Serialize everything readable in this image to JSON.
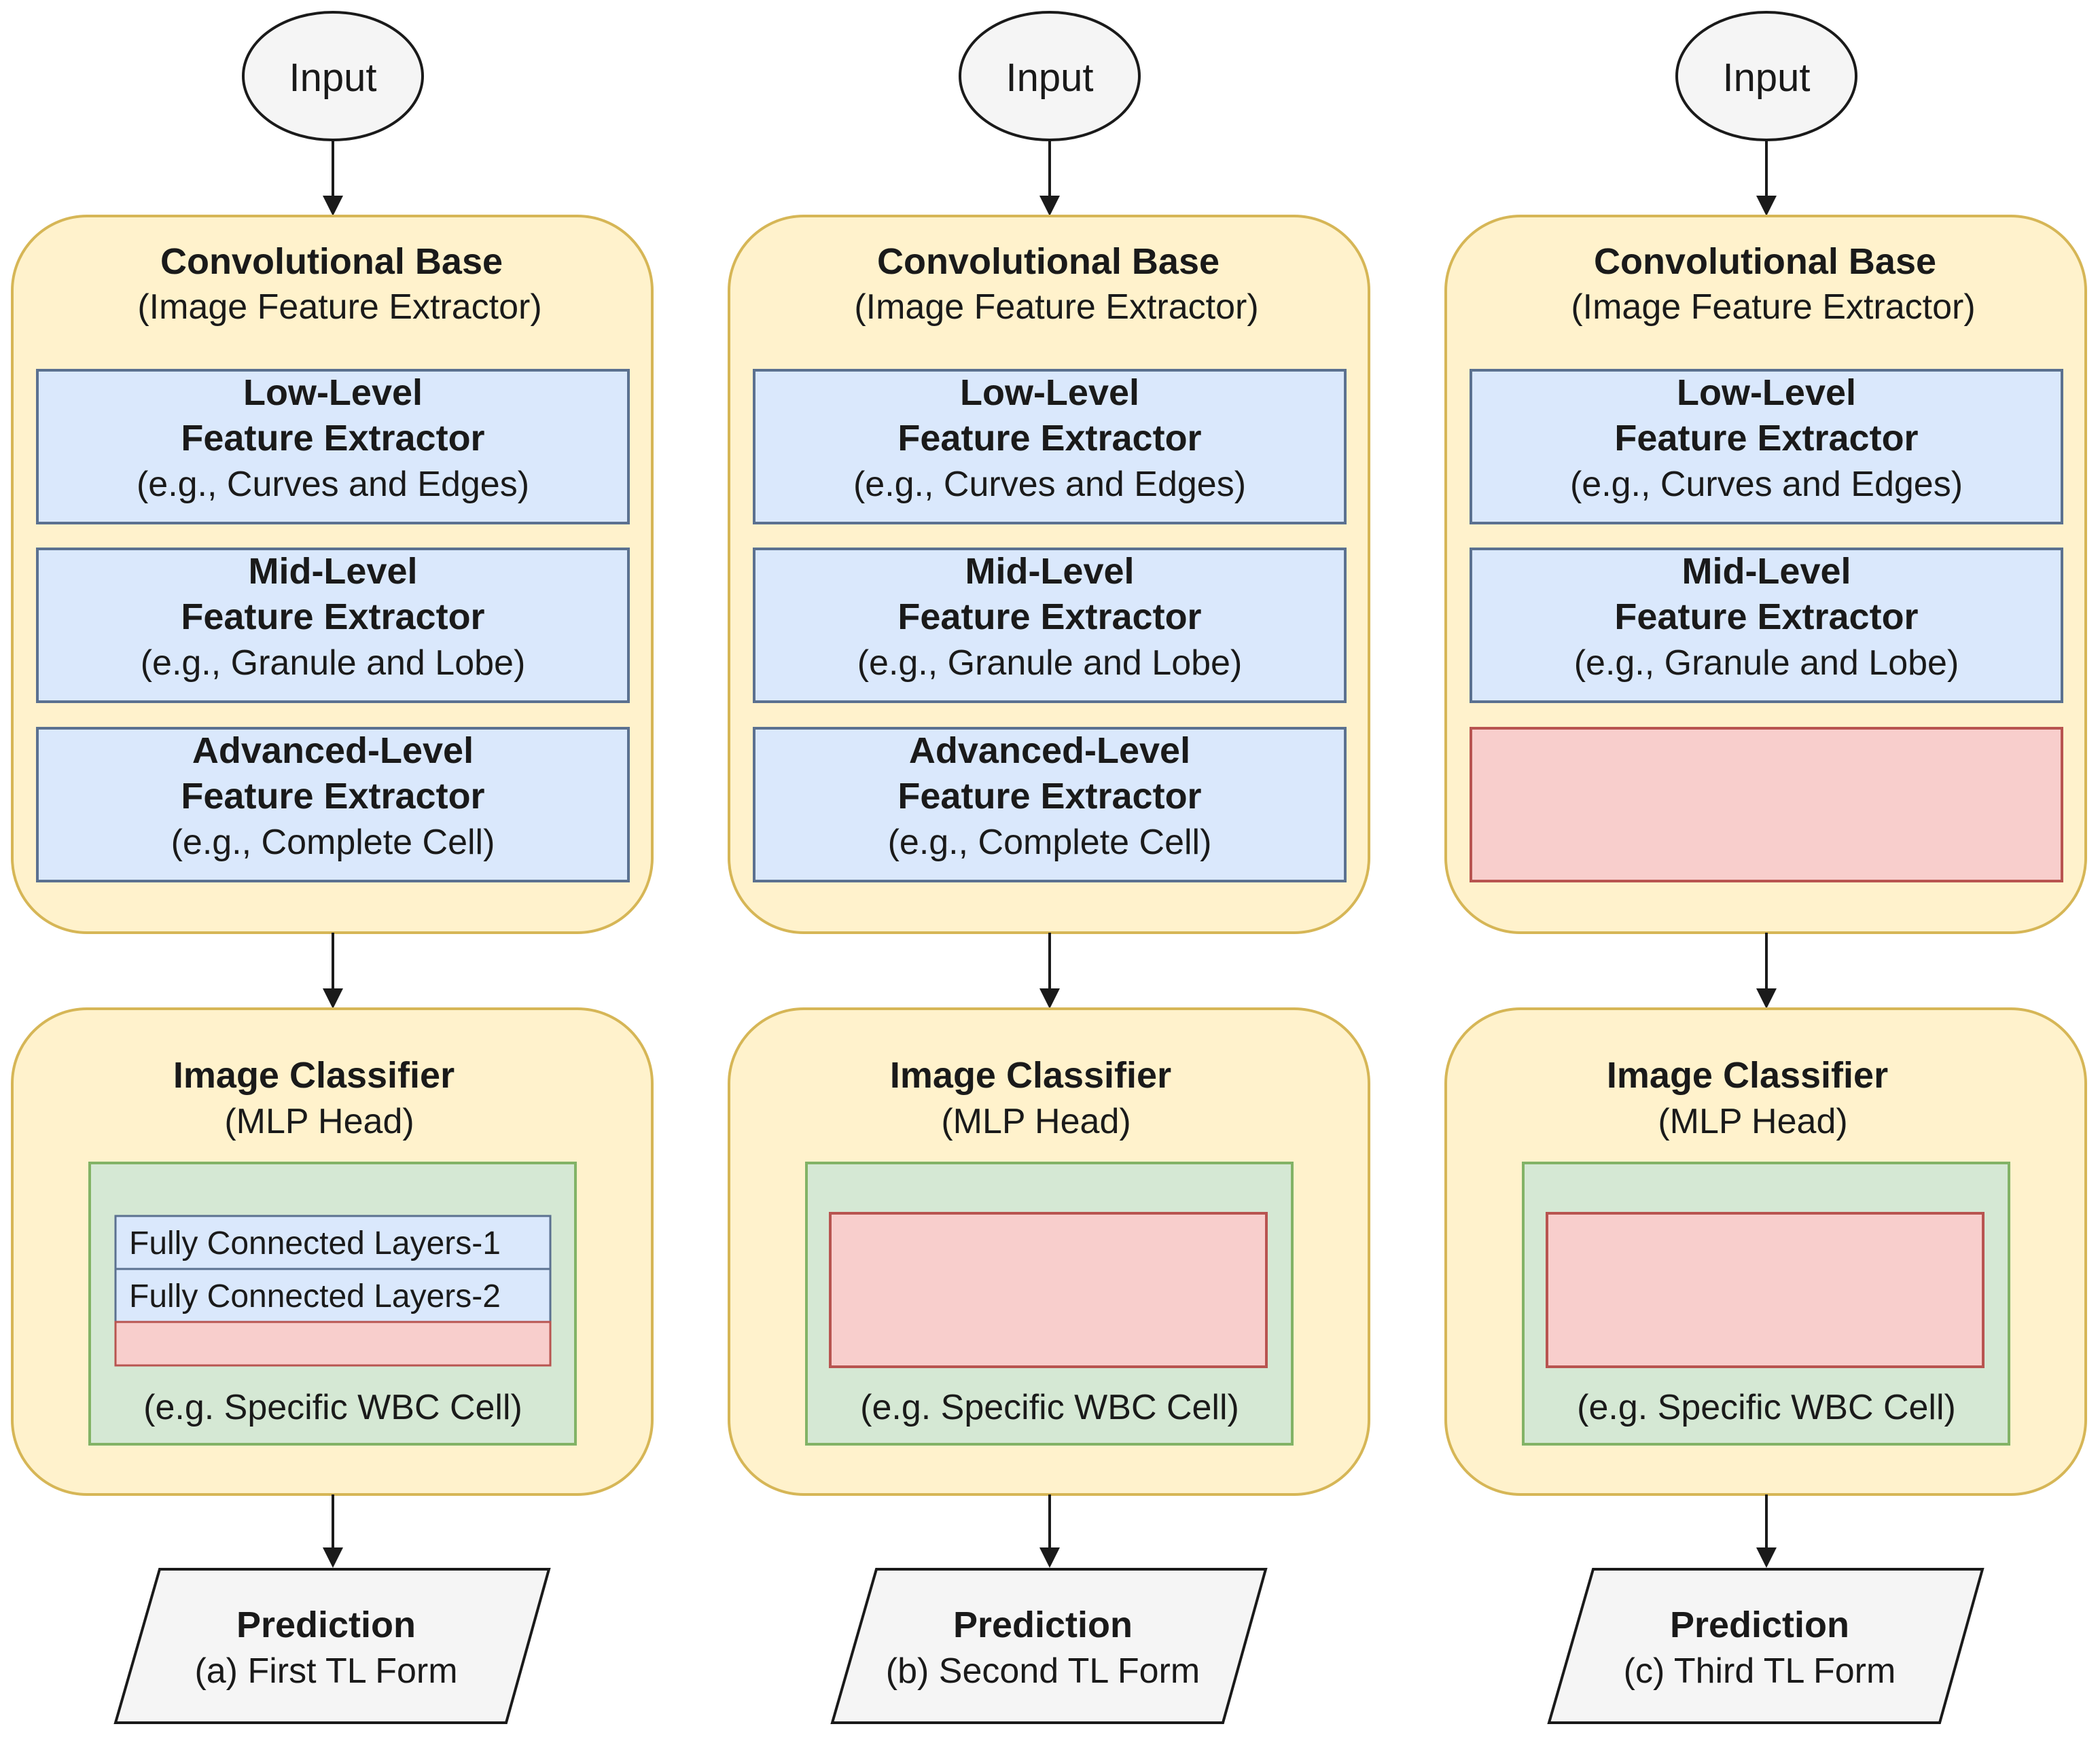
{
  "colors": {
    "outer_fill": "#fff2cc",
    "outer_stroke": "#d6b656",
    "extractor_fill": "#dae8fc",
    "extractor_stroke": "#5b7190",
    "frozen_fill": "#f8cecc",
    "frozen_stroke": "#b85450",
    "mlp_fill": "#d5e8d4",
    "mlp_stroke": "#82b366",
    "input_fill": "#f5f5f5",
    "prediction_fill": "#f5f5f5",
    "line": "#1a1a1a"
  },
  "columns": [
    {
      "input_label": "Input",
      "conv_base": {
        "title": "Convolutional Base",
        "subtitle": "(Image Feature Extractor)"
      },
      "extractors": [
        {
          "line1": "Low-Level",
          "line2": "Feature Extractor",
          "example": "(e.g., Curves and Edges)",
          "replaced": false
        },
        {
          "line1": "Mid-Level",
          "line2": "Feature Extractor",
          "example": "(e.g., Granule and  Lobe)",
          "replaced": false
        },
        {
          "line1": "Advanced-Level",
          "line2": "Feature Extractor",
          "example": "(e.g., Complete Cell)",
          "replaced": false
        }
      ],
      "classifier": {
        "title": "Image Classifier",
        "subtitle": "(MLP Head)",
        "example": "(e.g. Specific WBC Cell)"
      },
      "fc_layers": [
        "Fully Connected Layers-1",
        "Fully Connected Layers-2"
      ],
      "prediction": {
        "title": "Prediction",
        "form": "(a) First TL Form"
      }
    },
    {
      "input_label": "Input",
      "conv_base": {
        "title": "Convolutional Base",
        "subtitle": "(Image Feature Extractor)"
      },
      "extractors": [
        {
          "line1": "Low-Level",
          "line2": "Feature Extractor",
          "example": "(e.g., Curves and Edges)",
          "replaced": false
        },
        {
          "line1": "Mid-Level",
          "line2": "Feature Extractor",
          "example": "(e.g., Granule and  Lobe)",
          "replaced": false
        },
        {
          "line1": "Advanced-Level",
          "line2": "Feature Extractor",
          "example": "(e.g., Complete Cell)",
          "replaced": false
        }
      ],
      "classifier": {
        "title": "Image Classifier",
        "subtitle": "(MLP Head)",
        "example": "(e.g. Specific WBC Cell)"
      },
      "fc_layers": [],
      "prediction": {
        "title": "Prediction",
        "form": "(b) Second TL Form"
      }
    },
    {
      "input_label": "Input",
      "conv_base": {
        "title": "Convolutional Base",
        "subtitle": "(Image Feature Extractor)"
      },
      "extractors": [
        {
          "line1": "Low-Level",
          "line2": "Feature Extractor",
          "example": "(e.g., Curves and Edges)",
          "replaced": false
        },
        {
          "line1": "Mid-Level",
          "line2": "Feature Extractor",
          "example": "(e.g., Granule and  Lobe)",
          "replaced": false
        },
        {
          "line1": "",
          "line2": "",
          "example": "",
          "replaced": true
        }
      ],
      "classifier": {
        "title": "Image Classifier",
        "subtitle": "(MLP Head)",
        "example": "(e.g. Specific WBC Cell)"
      },
      "fc_layers": [],
      "prediction": {
        "title": "Prediction",
        "form": "(c) Third TL Form"
      }
    }
  ]
}
